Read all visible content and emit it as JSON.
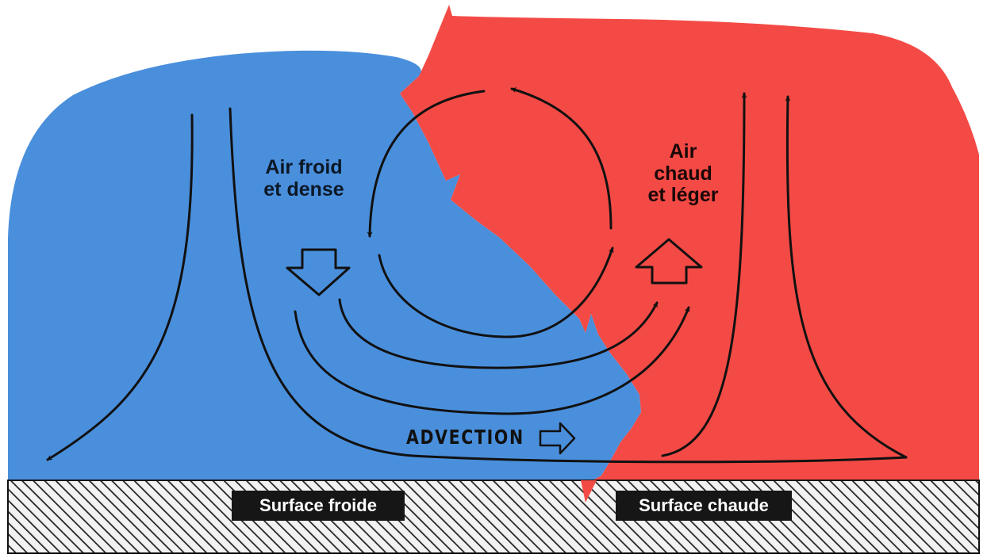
{
  "diagram": {
    "cold_air_label": [
      "Air froid",
      "et dense"
    ],
    "warm_air_label": [
      "Air",
      "chaud",
      "et léger"
    ],
    "advection_label": "ADVECTION",
    "cold_surface_label": "Surface froide",
    "warm_surface_label": "Surface chaude",
    "colors": {
      "cold_air": "#4a8fdc",
      "warm_air": "#f44a45",
      "ground": "#f2f2f2",
      "ground_hatch": "#222222",
      "arrows": "#111111"
    }
  }
}
